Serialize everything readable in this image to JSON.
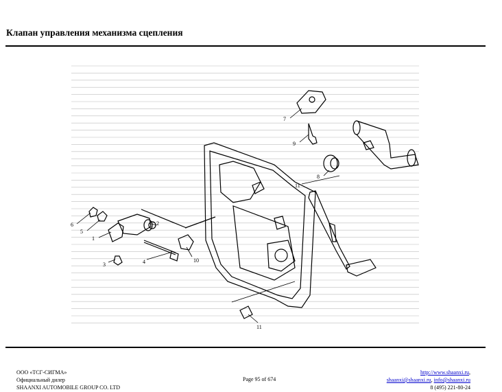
{
  "document": {
    "title": "Клапан управления механизма сцепления"
  },
  "figure": {
    "callouts": [
      "1",
      "2",
      "3",
      "4",
      "5",
      "6",
      "7",
      "8",
      "9",
      "10",
      "11",
      "11"
    ]
  },
  "footer": {
    "company": "ООО «ТСГ-СИГМА»",
    "dealer": "Официальный дилер",
    "group": "SHAANXI AUTOMOBILE GROUP CO. LTD",
    "page": "Page 95 of 674",
    "website": "http://www.shaanxi.ru",
    "email1": "shaanxi@shaanxi.ru",
    "email2": "info@shaanxi.ru",
    "phone": "8 (495) 221-80-24"
  }
}
